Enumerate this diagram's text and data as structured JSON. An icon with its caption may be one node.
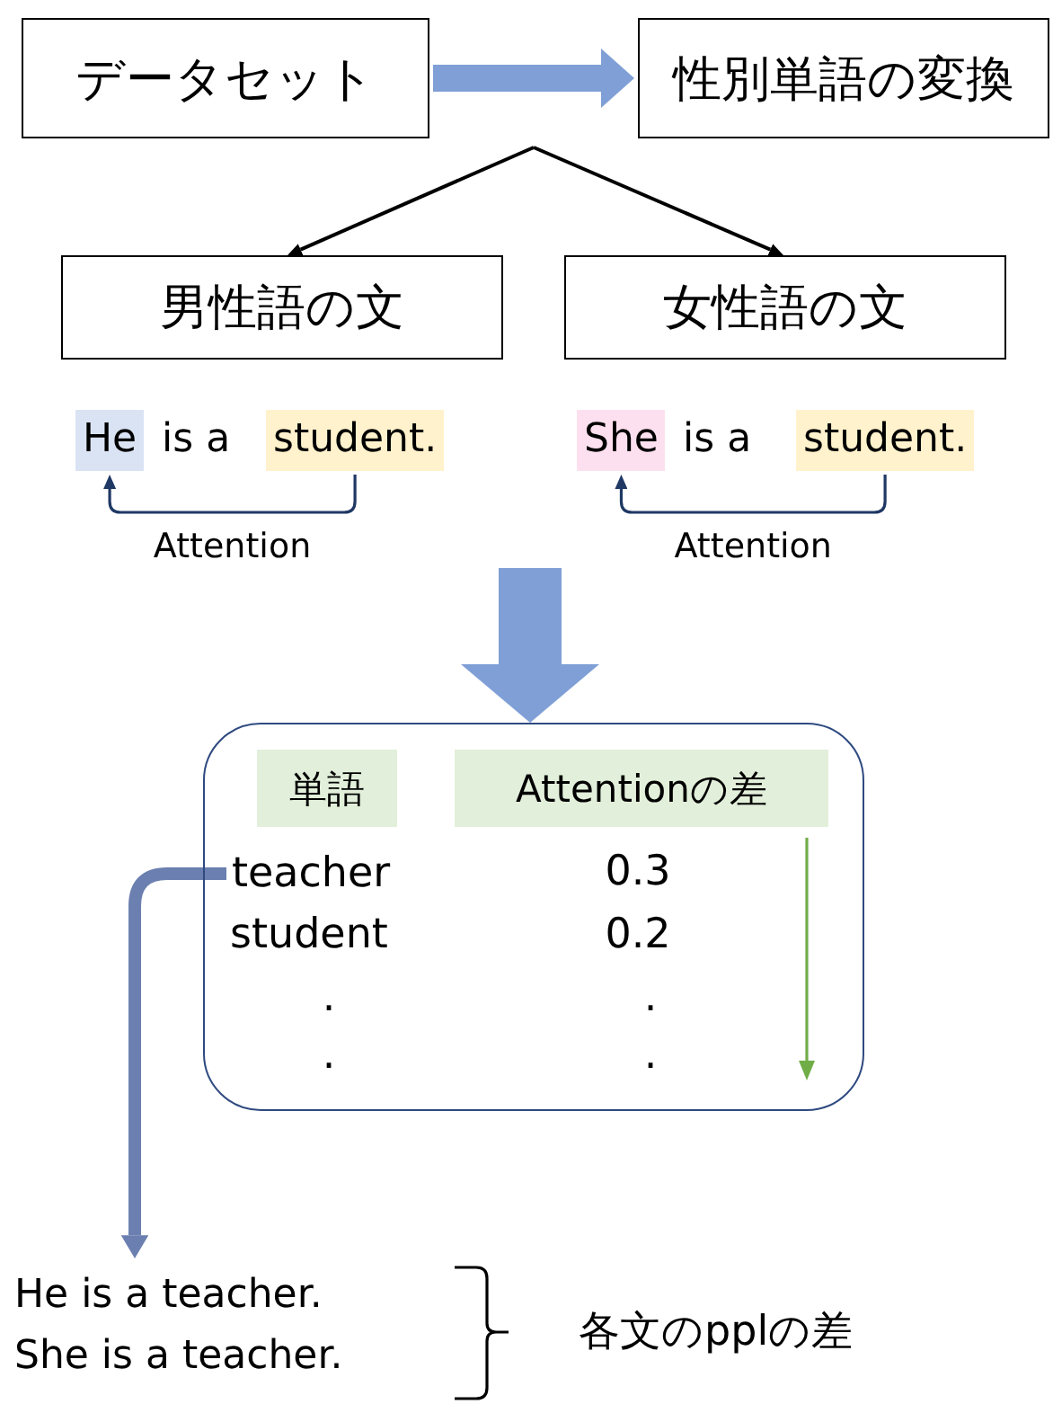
{
  "diagram": {
    "nodes": [
      {
        "text": [
          "データセット"
        ]
      },
      {
        "text": [
          "性別単語の変換"
        ]
      },
      {
        "text": [
          "男性語の文"
        ]
      },
      {
        "text": [
          "女性語の文"
        ]
      },
      {
        "text": [
          "He"
        ]
      },
      {
        "text": [
          "student."
        ]
      },
      {
        "text": [
          "She"
        ]
      },
      {
        "text": [
          "student."
        ]
      },
      {
        "text": [],
        "shape": "box"
      },
      {
        "text": [
          "単語"
        ],
        "in": 8
      },
      {
        "text": [
          "Attentionの差"
        ],
        "in": 8
      },
      {
        "text": [
          "teacher"
        ],
        "in": 8
      },
      {
        "text": [
          "He is a teacher.",
          "She is a teacher."
        ]
      }
    ],
    "edges": [
      {
        "from": 0,
        "to": 1,
        "arrow": "to",
        "style": "thick",
        "color": "#7f9fd6"
      },
      {
        "from": null,
        "to": 2,
        "arrow": "to",
        "color": "#000000"
      },
      {
        "from": null,
        "to": 3,
        "arrow": "to",
        "color": "#000000"
      },
      {
        "from": 5,
        "to": 4,
        "arrow": "to",
        "label": "Attention",
        "color": "#1f3864"
      },
      {
        "from": 7,
        "to": 6,
        "arrow": "to",
        "label": "Attention",
        "color": "#1f3864"
      },
      {
        "from": null,
        "to": 8,
        "arrow": "to",
        "style": "thick",
        "color": "#7f9fd6"
      },
      {
        "from": 11,
        "to": 12,
        "arrow": "to",
        "style": "thick",
        "color": "#6b7fb0"
      }
    ],
    "labels": [
      "is a",
      "is a",
      "0.3",
      "student",
      "0.2",
      ".",
      ".",
      ".",
      ".",
      "各文のpplの差"
    ]
  }
}
